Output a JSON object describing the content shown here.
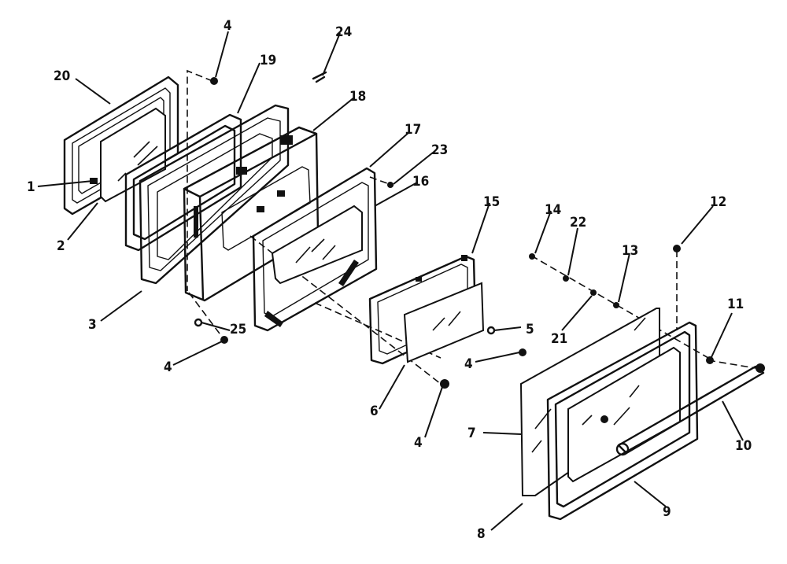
{
  "callouts": [
    {
      "id": "c20",
      "text": "20"
    },
    {
      "id": "c1",
      "text": "1"
    },
    {
      "id": "c2",
      "text": "2"
    },
    {
      "id": "c3",
      "text": "3"
    },
    {
      "id": "c19",
      "text": "19"
    },
    {
      "id": "c4a",
      "text": "4"
    },
    {
      "id": "c24",
      "text": "24"
    },
    {
      "id": "c18",
      "text": "18"
    },
    {
      "id": "c17",
      "text": "17"
    },
    {
      "id": "c23",
      "text": "23"
    },
    {
      "id": "c16",
      "text": "16"
    },
    {
      "id": "c25",
      "text": "25"
    },
    {
      "id": "c4b",
      "text": "4"
    },
    {
      "id": "c15",
      "text": "15"
    },
    {
      "id": "c5",
      "text": "5"
    },
    {
      "id": "c4c",
      "text": "4"
    },
    {
      "id": "c6",
      "text": "6"
    },
    {
      "id": "c4d",
      "text": "4"
    },
    {
      "id": "c14",
      "text": "14"
    },
    {
      "id": "c22",
      "text": "22"
    },
    {
      "id": "c13",
      "text": "13"
    },
    {
      "id": "c12",
      "text": "12"
    },
    {
      "id": "c21",
      "text": "21"
    },
    {
      "id": "c11",
      "text": "11"
    },
    {
      "id": "c7",
      "text": "7"
    },
    {
      "id": "c10",
      "text": "10"
    },
    {
      "id": "c9",
      "text": "9"
    },
    {
      "id": "c8",
      "text": "8"
    }
  ]
}
